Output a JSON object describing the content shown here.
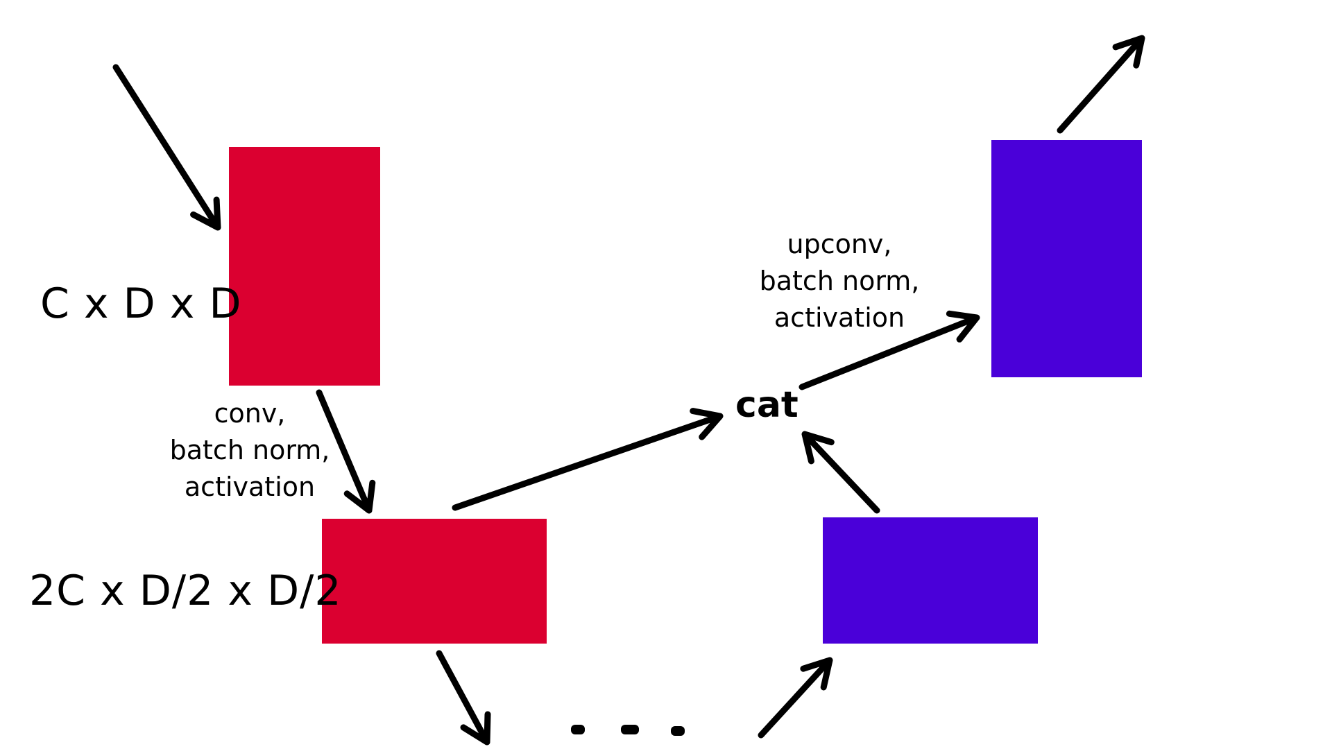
{
  "colors": {
    "encoder": "#DB0030",
    "decoder": "#4A00D9",
    "arrow": "#000000",
    "background": "#FFFFFF"
  },
  "labels": {
    "input_dims": "C x D x D",
    "down_dims": "2C x D/2 x D/2",
    "down_op": {
      "line1": "conv,",
      "line2": "batch norm,",
      "line3": "activation"
    },
    "up_op": {
      "line1": "upconv,",
      "line2": "batch norm,",
      "line3": "activation"
    },
    "concat": "cat",
    "ellipsis": "..."
  }
}
